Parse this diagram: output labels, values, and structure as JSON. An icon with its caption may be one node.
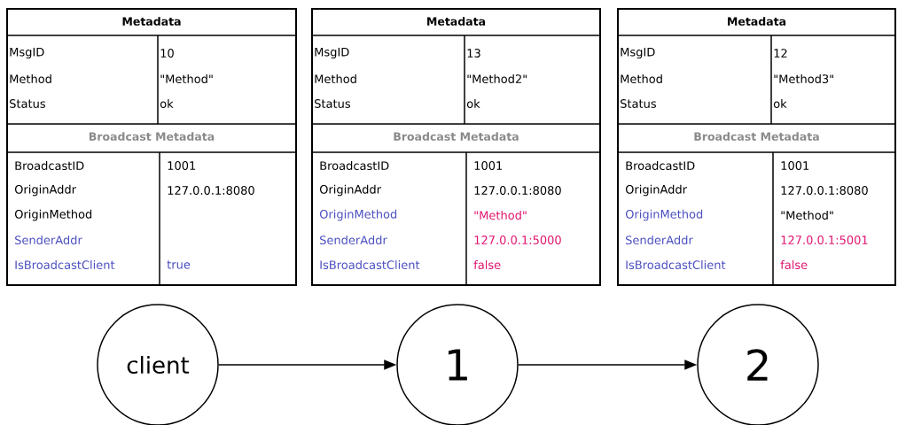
{
  "diagram": {
    "nodes": [
      {
        "text": [
          "Metadata",
          "MsgID",
          "10",
          "Method",
          "\"Method\"",
          "Status",
          "ok",
          "Broadcast Metadata",
          "BroadcastID",
          "1001",
          "OriginAddr",
          "127.0.0.1:8080",
          "OriginMethod",
          "SenderAddr",
          "IsBroadcastClient",
          "true"
        ]
      },
      {
        "text": [
          "Metadata",
          "MsgID",
          "13",
          "Method",
          "\"Method2\"",
          "Status",
          "ok",
          "Broadcast Metadata",
          "BroadcastID",
          "1001",
          "OriginAddr",
          "127.0.0.1:8080",
          "OriginMethod",
          "\"Method\"",
          "SenderAddr",
          "127.0.0.1:5000",
          "IsBroadcastClient",
          "false"
        ]
      },
      {
        "text": [
          "Metadata",
          "MsgID",
          "12",
          "Method",
          "\"Method3\"",
          "Status",
          "ok",
          "Broadcast Metadata",
          "BroadcastID",
          "1001",
          "OriginAddr",
          "127.0.0.1:8080",
          "OriginMethod",
          "\"Method\"",
          "SenderAddr",
          "127.0.0.1:5001",
          "IsBroadcastClient",
          "false"
        ]
      },
      {
        "text": [
          "client"
        ]
      },
      {
        "text": [
          "1"
        ]
      },
      {
        "text": [
          "2"
        ]
      }
    ],
    "edges": [
      {
        "from": 3,
        "to": 4,
        "arrow": "to"
      },
      {
        "from": 4,
        "to": 5,
        "arrow": "to"
      }
    ]
  }
}
